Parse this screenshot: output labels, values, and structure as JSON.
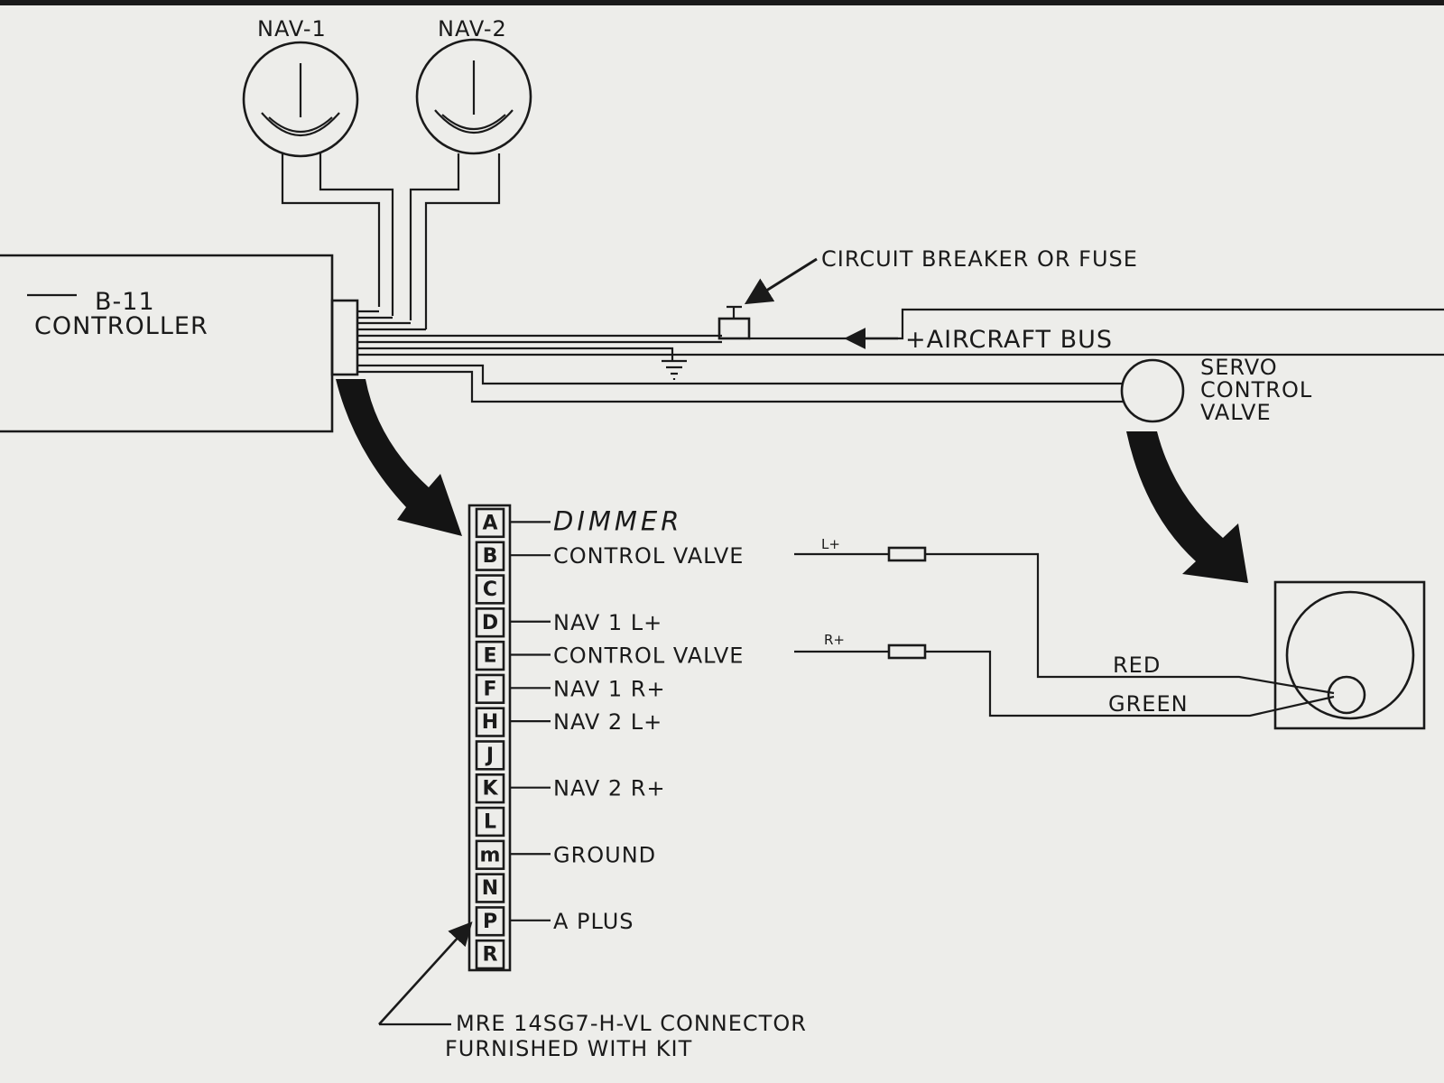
{
  "labels": {
    "nav1": "NAV-1",
    "nav2": "NAV-2",
    "controller_line1": "B-11",
    "controller_line2": "CONTROLLER",
    "breaker": "CIRCUIT BREAKER OR FUSE",
    "bus": "+AIRCRAFT BUS",
    "servo_line1": "SERVO",
    "servo_line2": "CONTROL",
    "servo_line3": "VALVE",
    "wire_l_plus": "L+",
    "wire_r_plus": "R+",
    "wire_red": "RED",
    "wire_green": "GREEN",
    "connector_line1": "MRE 14SG7-H-VL CONNECTOR",
    "connector_line2": "FURNISHED WITH KIT"
  },
  "connector_pins": [
    {
      "pin": "A",
      "function": "DIMMER"
    },
    {
      "pin": "B",
      "function": "CONTROL VALVE"
    },
    {
      "pin": "C",
      "function": ""
    },
    {
      "pin": "D",
      "function": "NAV 1 L+"
    },
    {
      "pin": "E",
      "function": "CONTROL VALVE"
    },
    {
      "pin": "F",
      "function": "NAV 1 R+"
    },
    {
      "pin": "H",
      "function": "NAV 2 L+"
    },
    {
      "pin": "J",
      "function": ""
    },
    {
      "pin": "K",
      "function": "NAV 2 R+"
    },
    {
      "pin": "L",
      "function": ""
    },
    {
      "pin": "m",
      "function": "GROUND"
    },
    {
      "pin": "N",
      "function": ""
    },
    {
      "pin": "P",
      "function": "A PLUS"
    },
    {
      "pin": "R",
      "function": ""
    }
  ]
}
